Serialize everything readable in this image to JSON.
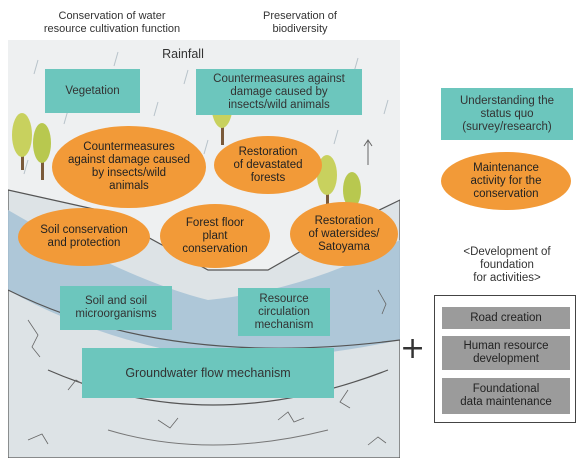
{
  "headers": {
    "conservation_water": "Conservation of water\nresource cultivation function",
    "biodiversity": "Preservation of\nbiodiversity"
  },
  "scene": {
    "rainfall": "Rainfall",
    "vegetation": "Vegetation",
    "countermeasures_top": "Countermeasures against\ndamage caused by\ninsects/wild animals",
    "countermeasures_oval": "Countermeasures\nagainst damage caused\nby insects/wild\nanimals",
    "restoration_forests": "Restoration\nof devastated\nforests",
    "soil_conservation": "Soil conservation\nand protection",
    "forest_floor": "Forest floor\nplant\nconservation",
    "restoration_watersides": "Restoration\nof watersides/\nSatoyama",
    "soil_microorganisms": "Soil and soil\nmicroorganisms",
    "resource_circulation": "Resource\ncirculation\nmechanism",
    "groundwater": "Groundwater flow mechanism"
  },
  "legend": {
    "understanding": "Understanding the\nstatus quo\n(survey/research)",
    "maintenance": "Maintenance\nactivity for the\nconservation"
  },
  "foundation": {
    "title": "<Development of\nfoundation\nfor activities>",
    "plus": "+",
    "items": [
      "Road creation",
      "Human resource\ndevelopment",
      "Foundational\ndata maintenance"
    ]
  },
  "colors": {
    "teal": "#6cc6bd",
    "orange": "#f29a38",
    "gray": "#9b9b9b"
  }
}
